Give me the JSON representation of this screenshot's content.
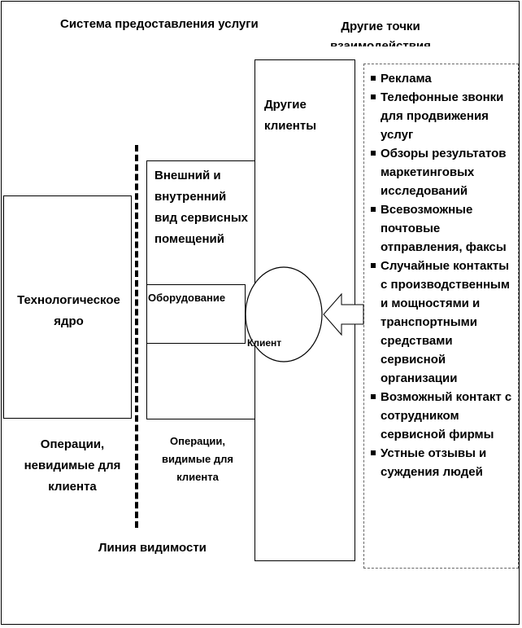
{
  "headers": {
    "system": "Система предоставления услуги",
    "other_points": "Другие точки взаимодействия"
  },
  "core_box": {
    "label": "Технологическое ядро"
  },
  "visible_box": {
    "label": "Внешний и внутренний вид сервисных помещений",
    "equipment": "Оборудование"
  },
  "other_clients_box": {
    "label": "Другие клиенты"
  },
  "client_circle": {
    "label": "Клиент"
  },
  "invisible_ops": "Операции, невидимые для клиента",
  "visible_ops": "Операции, видимые для клиента",
  "visibility_line": "Линия видимости",
  "touchpoints": [
    "Реклама",
    "Телефонные звонки для продвижения услуг",
    "Обзоры результатов маркетинговых исследований",
    "Всевозможные почтовые отправления, факсы",
    "Случайные контакты с производственным и мощностями и транспортными средствами сервисной организации",
    "Возможный контакт с сотрудником сервисной фирмы",
    "Устные отзывы и суждения людей"
  ]
}
